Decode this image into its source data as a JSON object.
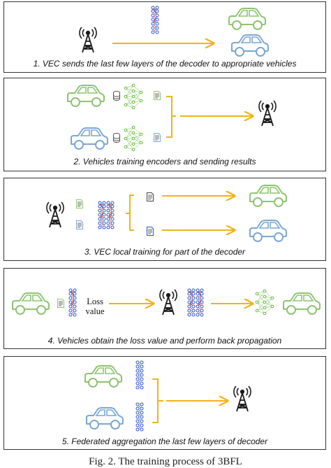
{
  "panels": [
    {
      "caption": "1. VEC sends the last few layers of the decoder to appropriate vehicles"
    },
    {
      "caption": "2. Vehicles training encoders and sending results"
    },
    {
      "caption": "3. VEC local training for part of the decoder"
    },
    {
      "caption": "4. Vehicles obtain the loss value and perform back propagation",
      "loss_label_line1": "Loss",
      "loss_label_line2": "value"
    },
    {
      "caption": "5. Federated aggregation the last few layers of decoder"
    }
  ],
  "figure_caption": "Fig. 2.  The training process of 3BFL",
  "colors": {
    "car_green": "#8dc470",
    "car_blue": "#7aa7d4",
    "arrow_yellow": "#f2b21b",
    "tower": "#1a1a1a",
    "doc_green": "#8dc470",
    "doc_blue": "#7aa7d4",
    "net_blue": "#2b53c8",
    "net_red": "#d6362f",
    "net_green": "#66bb3a",
    "db_gray": "#555555",
    "panel_border": "#333333"
  },
  "icons": [
    "tower-icon",
    "car-icon",
    "neural-net-icon",
    "database-icon",
    "document-icon",
    "arrow-icon",
    "bracket-icon"
  ]
}
